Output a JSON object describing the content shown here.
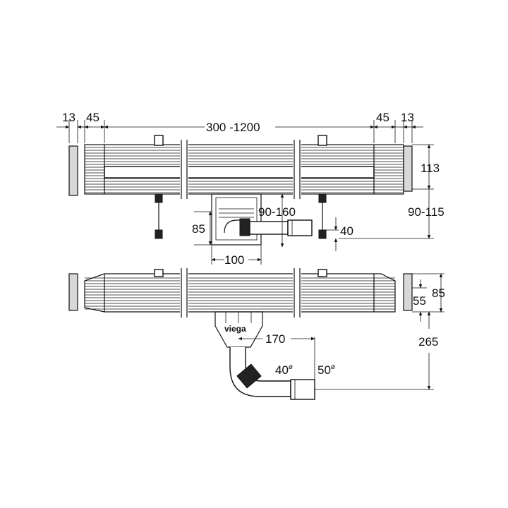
{
  "dimensions": {
    "top_left_flange": "13",
    "top_left_cap": "45",
    "top_length": "300 -1200",
    "top_right_cap": "45",
    "top_right_flange": "13",
    "channel_height": "113",
    "height_range": "90-160",
    "outlet_height": "90-115",
    "box_height": "85",
    "foot_offset": "40",
    "box_width": "100",
    "bottom_height_85": "85",
    "bottom_height_55": "55",
    "outlet_offset": "170",
    "pipe_40": "40",
    "pipe_50": "50",
    "total_height": "265",
    "diameter_sign": "ø"
  },
  "logo_text": "viega"
}
